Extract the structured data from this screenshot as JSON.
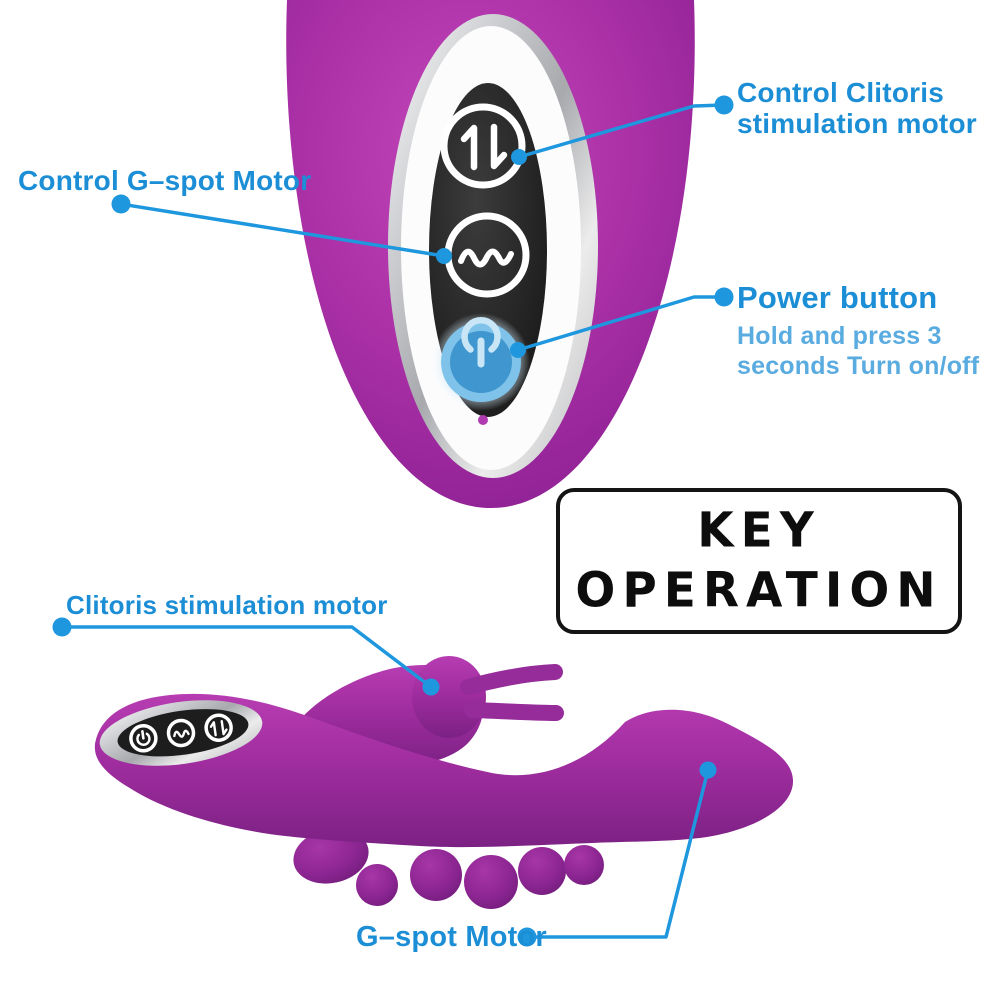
{
  "image_type": "product-key-operation-diagram",
  "colors": {
    "background": "#ffffff",
    "label_blue": "#1b8ed6",
    "desc_blue": "#5aace0",
    "line_blue": "#1e97de",
    "body_purple_top": "#ab30a6",
    "body_purple_bottom": "#9c2d9c",
    "bead_purple": "#85248b",
    "power_glow_blue": "#7fc3ea",
    "panel_black": "#1d1d1d",
    "key_box_text": "#0d0d0d"
  },
  "annotations": {
    "control_clitoris": {
      "line1": "Control Clitoris",
      "line2": "stimulation motor"
    },
    "control_gspot": {
      "text": "Control G–spot Motor"
    },
    "power_button": {
      "title": "Power button",
      "desc1": "Hold and press 3",
      "desc2": "seconds Turn on/off"
    },
    "key_operation": {
      "line1": "KEY",
      "line2": "OPERATION"
    },
    "clitoris_motor": {
      "text": "Clitoris stimulation motor"
    },
    "gspot_motor": {
      "text": "G–spot Motor"
    }
  },
  "top_device": {
    "buttons": [
      {
        "icon": "speed-arrows-icon",
        "meaning": "Control Clitoris stimulation motor"
      },
      {
        "icon": "wave-icon",
        "meaning": "Control G–spot Motor"
      },
      {
        "icon": "power-icon",
        "meaning": "Power button"
      }
    ]
  },
  "bottom_device": {
    "panel_icons": [
      "power-icon",
      "wave-icon",
      "speed-arrows-icon"
    ],
    "parts": [
      "clitoris-stimulation-rabbit-ears",
      "g-spot-shaft",
      "bead-chain"
    ]
  }
}
